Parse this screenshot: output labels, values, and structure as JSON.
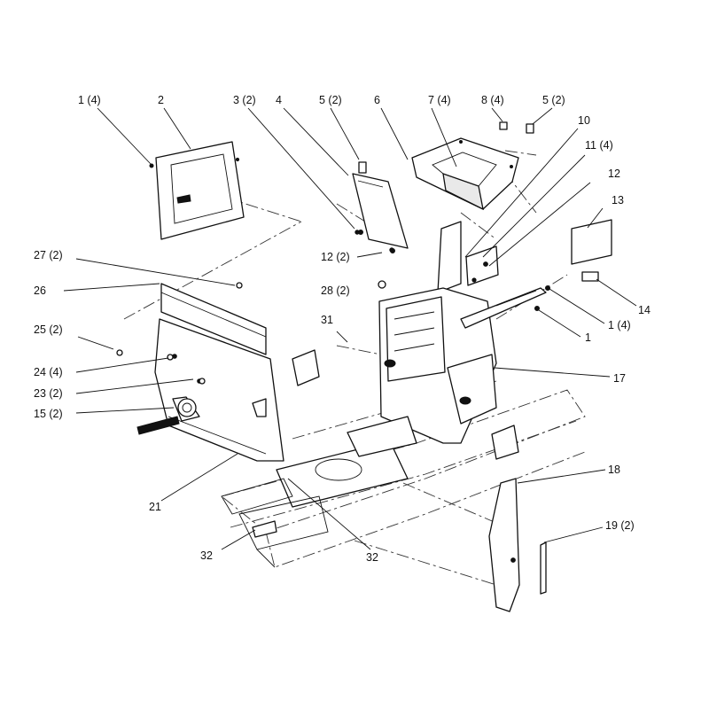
{
  "callouts": [
    {
      "id": "c1",
      "text": "1 (4)"
    },
    {
      "id": "c2",
      "text": "2"
    },
    {
      "id": "c3",
      "text": "3 (2)"
    },
    {
      "id": "c4",
      "text": "4"
    },
    {
      "id": "c5a",
      "text": "5 (2)"
    },
    {
      "id": "c6",
      "text": "6"
    },
    {
      "id": "c7",
      "text": "7 (4)"
    },
    {
      "id": "c8",
      "text": "8 (4)"
    },
    {
      "id": "c5b",
      "text": "5 (2)"
    },
    {
      "id": "c10",
      "text": "10"
    },
    {
      "id": "c11",
      "text": "11 (4)"
    },
    {
      "id": "c12a",
      "text": "12"
    },
    {
      "id": "c13",
      "text": "13"
    },
    {
      "id": "c14",
      "text": "14"
    },
    {
      "id": "c1b",
      "text": "1 (4)"
    },
    {
      "id": "c1c",
      "text": "1"
    },
    {
      "id": "c17",
      "text": "17"
    },
    {
      "id": "c27",
      "text": "27 (2)"
    },
    {
      "id": "c26",
      "text": "26"
    },
    {
      "id": "c12b",
      "text": "12 (2)"
    },
    {
      "id": "c28",
      "text": "28 (2)"
    },
    {
      "id": "c31",
      "text": "31"
    },
    {
      "id": "c25",
      "text": "25 (2)"
    },
    {
      "id": "c24",
      "text": "24 (4)"
    },
    {
      "id": "c23",
      "text": "23 (2)"
    },
    {
      "id": "c15",
      "text": "15 (2)"
    },
    {
      "id": "c21",
      "text": "21"
    },
    {
      "id": "c18",
      "text": "18"
    },
    {
      "id": "c19",
      "text": "19 (2)"
    },
    {
      "id": "c32a",
      "text": "32"
    },
    {
      "id": "c32b",
      "text": "32"
    }
  ]
}
